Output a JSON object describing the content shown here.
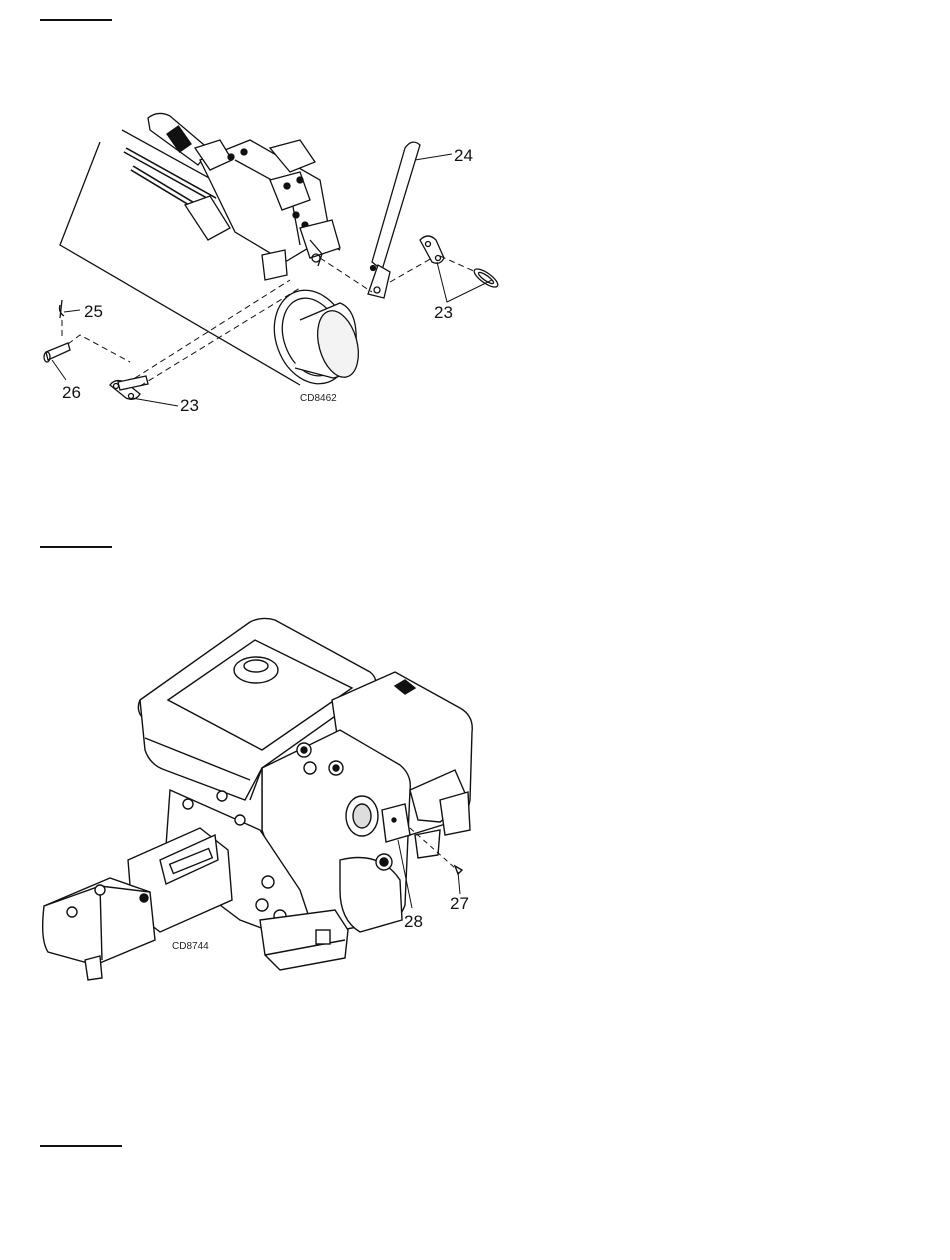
{
  "figure1": {
    "code": "CD8462",
    "callouts": {
      "c24": "24",
      "c25": "25",
      "c23_right": "23",
      "c26": "26",
      "c23_bottom": "23"
    }
  },
  "figure2": {
    "code": "CD8744",
    "callouts": {
      "c27": "27",
      "c28": "28"
    }
  }
}
